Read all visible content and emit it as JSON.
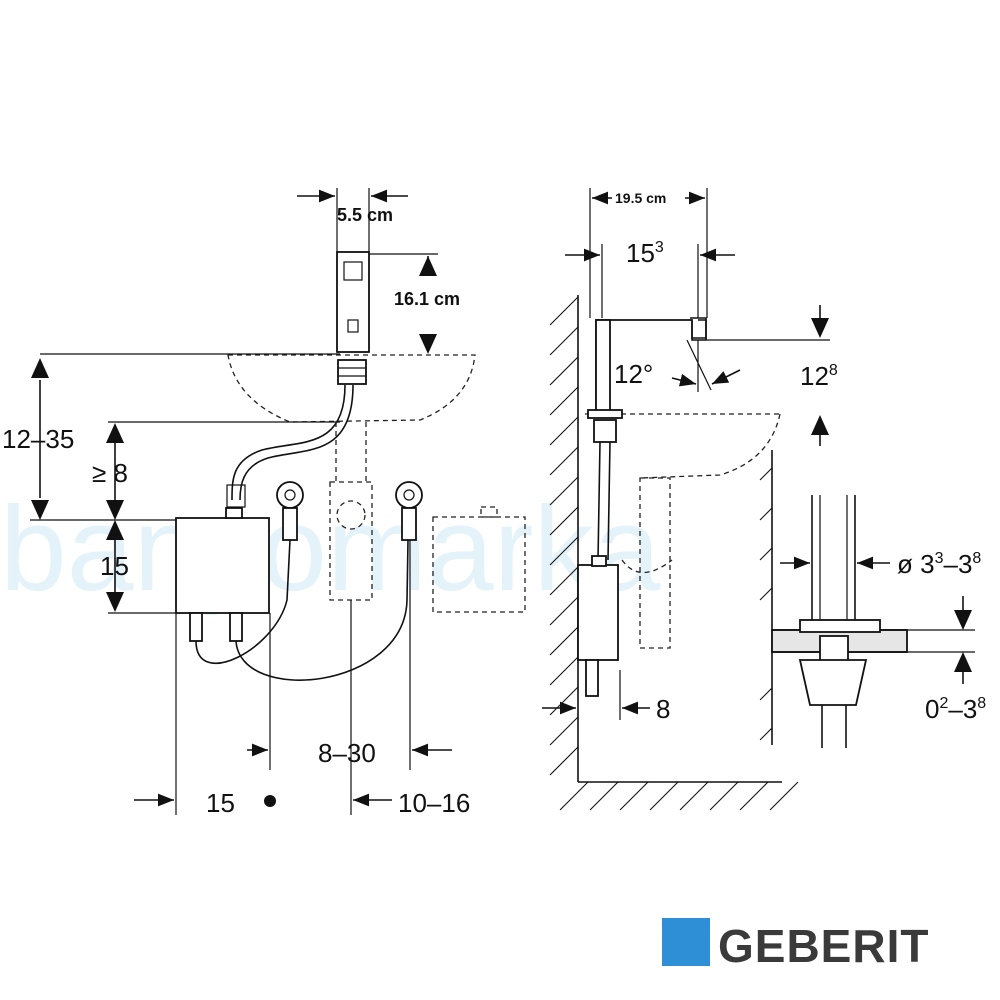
{
  "watermark": {
    "text": "banyomarka",
    "color": "#cfe9f7"
  },
  "front_view": {
    "spout_width": "5.5 cm",
    "spout_height": "16.1 cm",
    "mount_range": "12–35",
    "min_clearance": "≥ 8",
    "box_height": "15",
    "box_width": "15",
    "valve_spacing": "8–30",
    "valve_offset": "10–16"
  },
  "side_view": {
    "total_depth": "19.5 cm",
    "reach_base": "15",
    "reach_sup": "3",
    "angle": "12°",
    "outlet_height_base": "12",
    "outlet_height_sup": "8",
    "wall_offset": "8",
    "hole_diameter_prefix": "ø 3",
    "hole_diameter_sup1": "3",
    "hole_diameter_mid": "–3",
    "hole_diameter_sup2": "8",
    "deck_thickness_base": "0",
    "deck_thickness_sup1": "2",
    "deck_thickness_mid": "–3",
    "deck_thickness_sup2": "8"
  },
  "brand": {
    "name": "GEBERIT",
    "square_color": "#2f8fd6"
  }
}
